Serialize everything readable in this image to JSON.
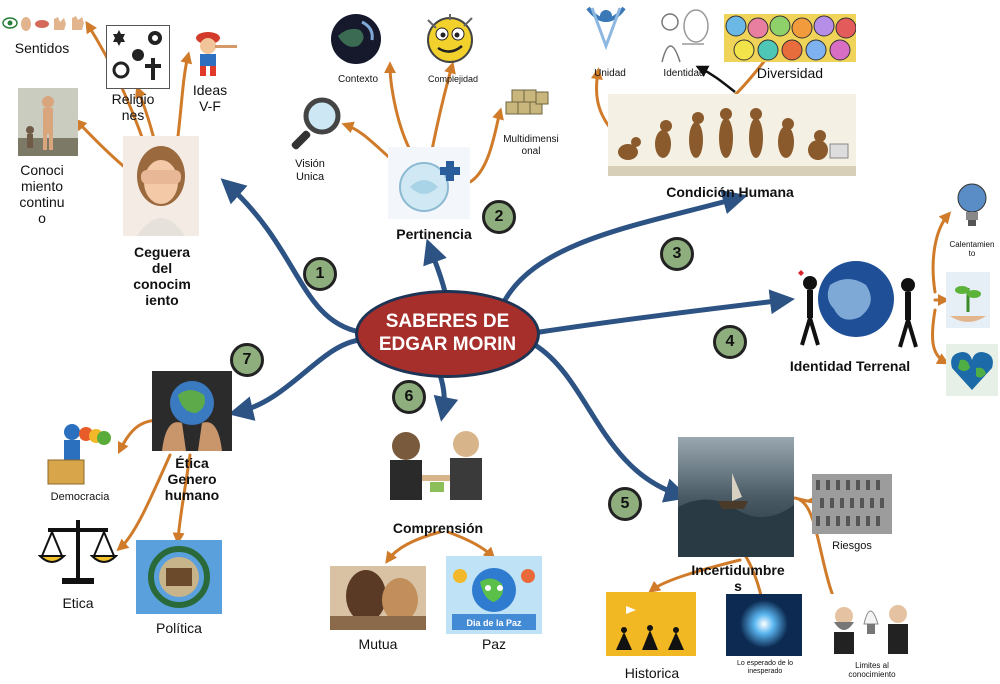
{
  "center": {
    "line1": "SABERES DE",
    "line2": "EDGAR MORIN"
  },
  "numbers": [
    "1",
    "2",
    "3",
    "4",
    "5",
    "6",
    "7"
  ],
  "nodes": {
    "ceguera": {
      "l1": "Ceguera",
      "l2": "del",
      "l3": "conocim",
      "l4": "iento"
    },
    "pertinencia": "Pertinencia",
    "condicion": "Condición Humana",
    "identidad_terrenal": "Identidad Terrenal",
    "incertidumbres": {
      "l1": "Incertidumbre",
      "l2": "s"
    },
    "comprension": "Comprensión",
    "etica": {
      "l1": "Ética",
      "l2": "Genero",
      "l3": "humano"
    }
  },
  "leaves": {
    "sentidos": "Sentidos",
    "religiones": {
      "l1": "Religio",
      "l2": "nes"
    },
    "ideas": {
      "l1": "Ideas",
      "l2": "V-F"
    },
    "conocimiento": {
      "l1": "Conoci",
      "l2": "miento",
      "l3": "continu",
      "l4": "o"
    },
    "contexto": "Contexto",
    "complejidad": "Complejidad",
    "vision": {
      "l1": "Visión",
      "l2": "Unica"
    },
    "multidimensional": {
      "l1": "Multidimensi",
      "l2": "onal"
    },
    "unidad": "Unidad",
    "identidad": "Identidad",
    "diversidad": "Diversidad",
    "calentamiento": {
      "l1": "Calentamien",
      "l2": "to"
    },
    "riesgos": "Riesgos",
    "historica": "Historica",
    "esperado": {
      "l1": "Lo esperado de lo",
      "l2": "inesperado"
    },
    "limites": {
      "l1": "Limites al",
      "l2": "conocimiento"
    },
    "mutua": "Mutua",
    "paz": "Paz",
    "democracia": "Democracia",
    "eticaleaf": "Etica",
    "politica": "Política",
    "diadelapaz": "Dia de la Paz"
  },
  "colors": {
    "blue_branch": "#2c5384",
    "orange_branch": "#d07b2a",
    "center_fill": "#a72f2b",
    "number_fill": "#8fae7e"
  }
}
